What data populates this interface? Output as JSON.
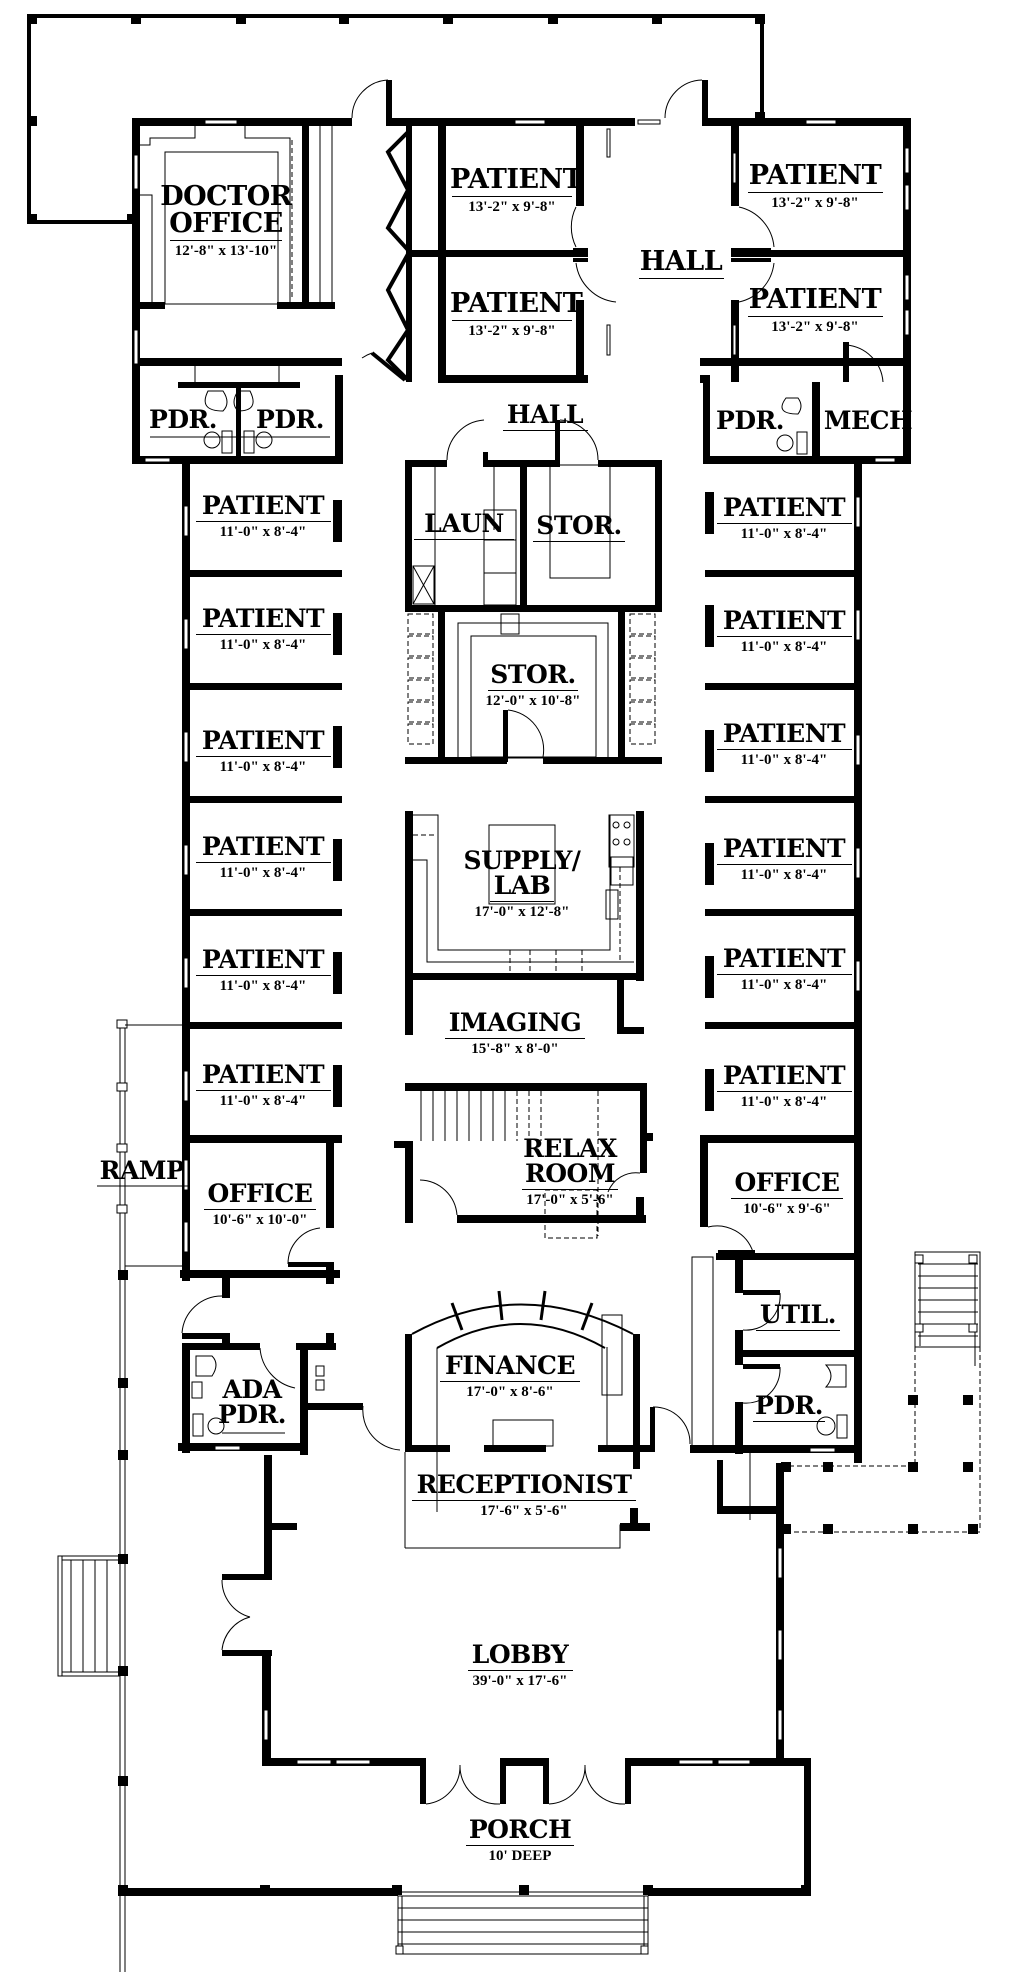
{
  "plan": {
    "title": "Medical Clinic Floor Plan",
    "line_color": "#000000",
    "background": "#ffffff"
  },
  "rooms": {
    "doctor_office": {
      "name": "DOCTOR OFFICE",
      "line1": "DOCTOR",
      "line2": "OFFICE",
      "dims": "12'-8\" x 13'-10\""
    },
    "patient_top_left_1": {
      "name": "PATIENT",
      "dims": "13'-2\" x 9'-8\""
    },
    "patient_top_left_2": {
      "name": "PATIENT",
      "dims": "13'-2\" x 9'-8\""
    },
    "patient_top_right_1": {
      "name": "PATIENT",
      "dims": "13'-2\" x 9'-8\""
    },
    "patient_top_right_2": {
      "name": "PATIENT",
      "dims": "13'-2\" x 9'-8\""
    },
    "hall_upper": {
      "name": "HALL"
    },
    "hall_lower": {
      "name": "HALL"
    },
    "pdr_left_a": {
      "name": "PDR."
    },
    "pdr_left_b": {
      "name": "PDR."
    },
    "pdr_right": {
      "name": "PDR."
    },
    "mech": {
      "name": "MECH"
    },
    "laundry": {
      "name": "LAUN"
    },
    "storage_upper": {
      "name": "STOR."
    },
    "storage_lower": {
      "name": "STOR.",
      "dims": "12'-0\" x 10'-8\""
    },
    "supply_lab": {
      "name": "SUPPLY/ LAB",
      "line1": "SUPPLY/",
      "line2": "LAB",
      "dims": "17'-0\" x 12'-8\""
    },
    "imaging": {
      "name": "IMAGING",
      "dims": "15'-8\" x 8'-0\""
    },
    "relax_room": {
      "name": "RELAX ROOM",
      "line1": "RELAX",
      "line2": "ROOM",
      "dims": "17'-0\" x 5'-6\""
    },
    "left_patients": [
      {
        "name": "PATIENT",
        "dims": "11'-0\" x 8'-4\""
      },
      {
        "name": "PATIENT",
        "dims": "11'-0\" x 8'-4\""
      },
      {
        "name": "PATIENT",
        "dims": "11'-0\" x 8'-4\""
      },
      {
        "name": "PATIENT",
        "dims": "11'-0\" x 8'-4\""
      },
      {
        "name": "PATIENT",
        "dims": "11'-0\" x 8'-4\""
      },
      {
        "name": "PATIENT",
        "dims": "11'-0\" x 8'-4\""
      }
    ],
    "right_patients": [
      {
        "name": "PATIENT",
        "dims": "11'-0\" x 8'-4\""
      },
      {
        "name": "PATIENT",
        "dims": "11'-0\" x 8'-4\""
      },
      {
        "name": "PATIENT",
        "dims": "11'-0\" x 8'-4\""
      },
      {
        "name": "PATIENT",
        "dims": "11'-0\" x 8'-4\""
      },
      {
        "name": "PATIENT",
        "dims": "11'-0\" x 8'-4\""
      },
      {
        "name": "PATIENT",
        "dims": "11'-0\" x 8'-4\""
      }
    ],
    "ramp": {
      "name": "RAMP"
    },
    "office_left": {
      "name": "OFFICE",
      "dims": "10'-6\" x 10'-0\""
    },
    "office_right": {
      "name": "OFFICE",
      "dims": "10'-6\" x 9'-6\""
    },
    "ada_pdr": {
      "name": "ADA PDR.",
      "line1": "ADA",
      "line2": "PDR."
    },
    "util": {
      "name": "UTIL."
    },
    "pdr_lower_right": {
      "name": "PDR."
    },
    "finance": {
      "name": "FINANCE",
      "dims": "17'-0\" x 8'-6\""
    },
    "receptionist": {
      "name": "RECEPTIONIST",
      "dims": "17'-6\" x 5'-6\""
    },
    "lobby": {
      "name": "LOBBY",
      "dims": "39'-0\" x 17'-6\""
    },
    "porch": {
      "name": "PORCH",
      "dims": "10' DEEP"
    }
  }
}
